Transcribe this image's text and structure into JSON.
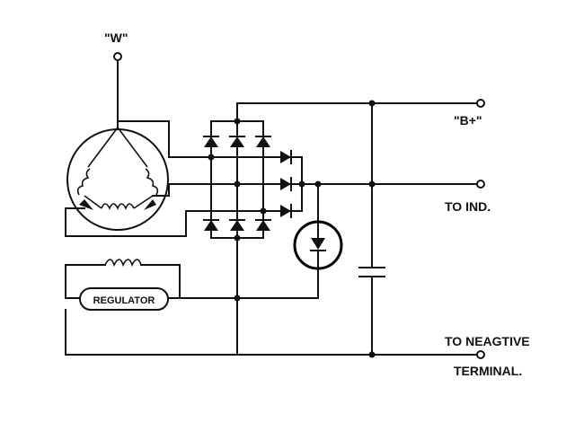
{
  "labels": {
    "w_terminal": "\"W\"",
    "b_plus": "\"B+\"",
    "to_ind": "TO IND.",
    "to_negative_line1": "TO NEAGTIVE",
    "to_negative_line2": "TERMINAL.",
    "regulator": "REGULATOR"
  }
}
